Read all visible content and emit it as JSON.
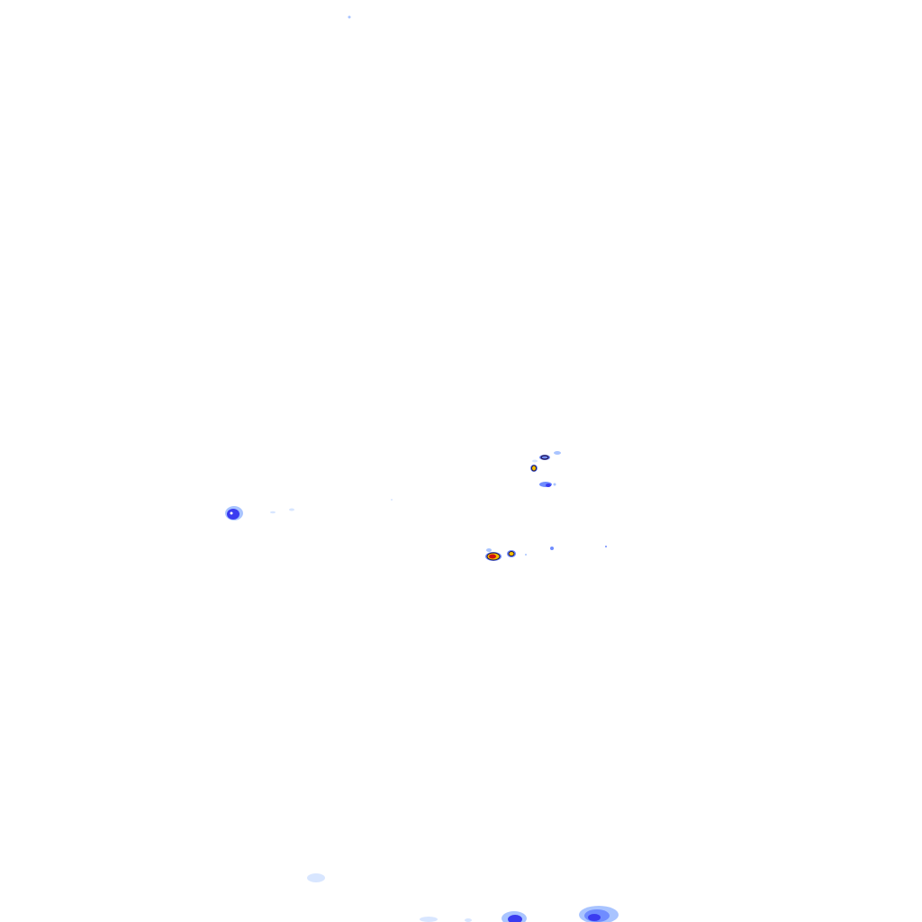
{
  "layer": {
    "kind": "radar-rainfall-overlay",
    "background": "#ffffff"
  },
  "intensity_palette": {
    "very_light": "#d8e6ff",
    "light": "#a9c4ff",
    "moderate_light": "#6f8cff",
    "moderate": "#3a3cf0",
    "heavy": "#1a1aa0",
    "very_heavy": "#f4c000",
    "intense": "#ff7a00",
    "extreme": "#d01010",
    "outline": "#20104a"
  },
  "echoes": [
    {
      "name": "western-cell",
      "intensity": "moderate"
    },
    {
      "name": "central-north-cell",
      "intensity": "very_heavy"
    },
    {
      "name": "central-cell",
      "intensity": "extreme"
    },
    {
      "name": "southern-band",
      "intensity": "moderate"
    }
  ]
}
